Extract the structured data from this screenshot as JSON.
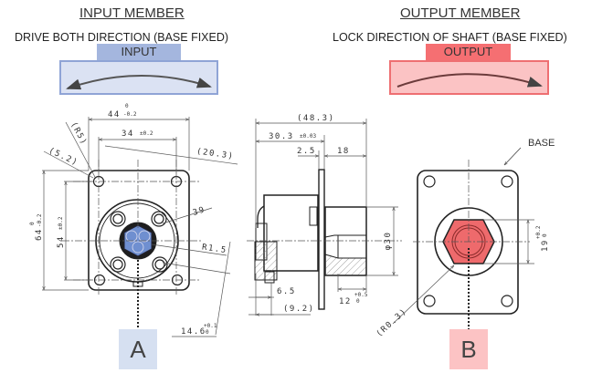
{
  "input_member": {
    "title": "INPUT MEMBER",
    "subtitle": "DRIVE BOTH DIRECTION (BASE FIXED)",
    "tab_label": "INPUT",
    "tab_color": "#a4b6de",
    "panel_color": "#dbe2f3",
    "border_color": "#8fa4d6",
    "arrow": "bidirectional-arrow"
  },
  "output_member": {
    "title": "OUTPUT MEMBER",
    "subtitle": "LOCK DIRECTION OF SHAFT (BASE FIXED)",
    "tab_label": "OUTPUT",
    "tab_color": "#f56f72",
    "panel_color": "#fbc3c4",
    "border_color": "#ee6f72",
    "arrow": "single-direction-arrow"
  },
  "front_view": {
    "dimensions": {
      "width_outer": "44",
      "width_outer_tol_top": "0",
      "width_outer_tol_bottom": "-0.2",
      "width_holes": "34",
      "width_holes_tol": "±0.2",
      "r5": "(R5)",
      "d52": "(5.2)",
      "d203": "(20.3)",
      "d39": "39",
      "height_outer": "64",
      "height_outer_tol_top": "0",
      "height_outer_tol_bottom": "-0.2",
      "height_holes": "54",
      "height_holes_tol": "±0.2",
      "r15": "R1.5",
      "d146": "14.6",
      "d146_tol_top": "+0.1",
      "d146_tol_bottom": "0"
    },
    "label": "A",
    "label_color": "#d6e0f1",
    "hub_color": "#6f8fd0"
  },
  "side_view": {
    "dimensions": {
      "overall": "(48.3)",
      "d303": "30.3",
      "d303_tol": "±0.03",
      "d25": "2.5",
      "d18": "18",
      "phi30": "φ30",
      "d65": "6.5",
      "d92": "(9.2)",
      "d12": "12",
      "d12_tol_top": "+0.5",
      "d12_tol_bottom": "0"
    }
  },
  "rear_view": {
    "base_label": "BASE",
    "dimensions": {
      "r03": "(R0.3)",
      "d19": "19",
      "d19_tol_top": "+0.2",
      "d19_tol_bottom": "0"
    },
    "label": "B",
    "label_color": "#fcc3c4",
    "hex_color": "#ee6a6c"
  }
}
